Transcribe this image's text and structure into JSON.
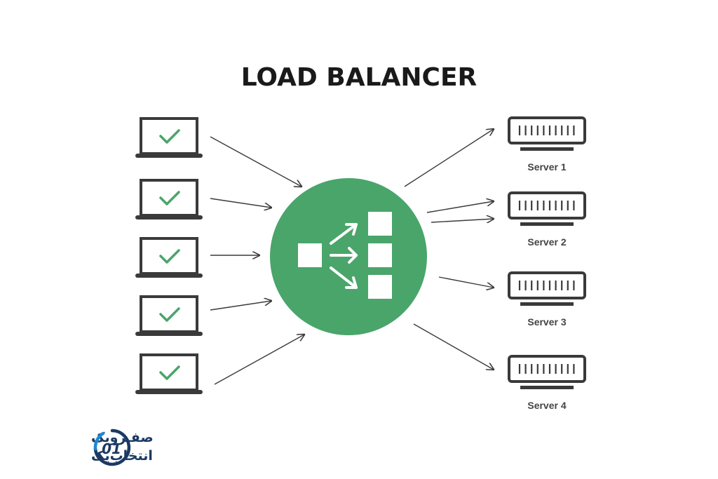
{
  "title": "LOAD BALANCER",
  "servers": [
    {
      "label": "Server 1"
    },
    {
      "label": "Server 2"
    },
    {
      "label": "Server 3"
    },
    {
      "label": "Server 4"
    }
  ],
  "clients": [
    {
      "status_icon": "check-icon"
    },
    {
      "status_icon": "check-icon"
    },
    {
      "status_icon": "check-icon"
    },
    {
      "status_icon": "check-icon"
    },
    {
      "status_icon": "check-icon"
    }
  ],
  "balancer": {
    "icon": "distribute-icon"
  },
  "logo": {
    "line1": "صفـرویک",
    "line2": "انتخاب‌یک",
    "mark": "01"
  },
  "colors": {
    "accent": "#4aa56b",
    "stroke": "#3a3a3a",
    "logo": "#1b3a63",
    "logo_accent": "#1e88d6"
  }
}
